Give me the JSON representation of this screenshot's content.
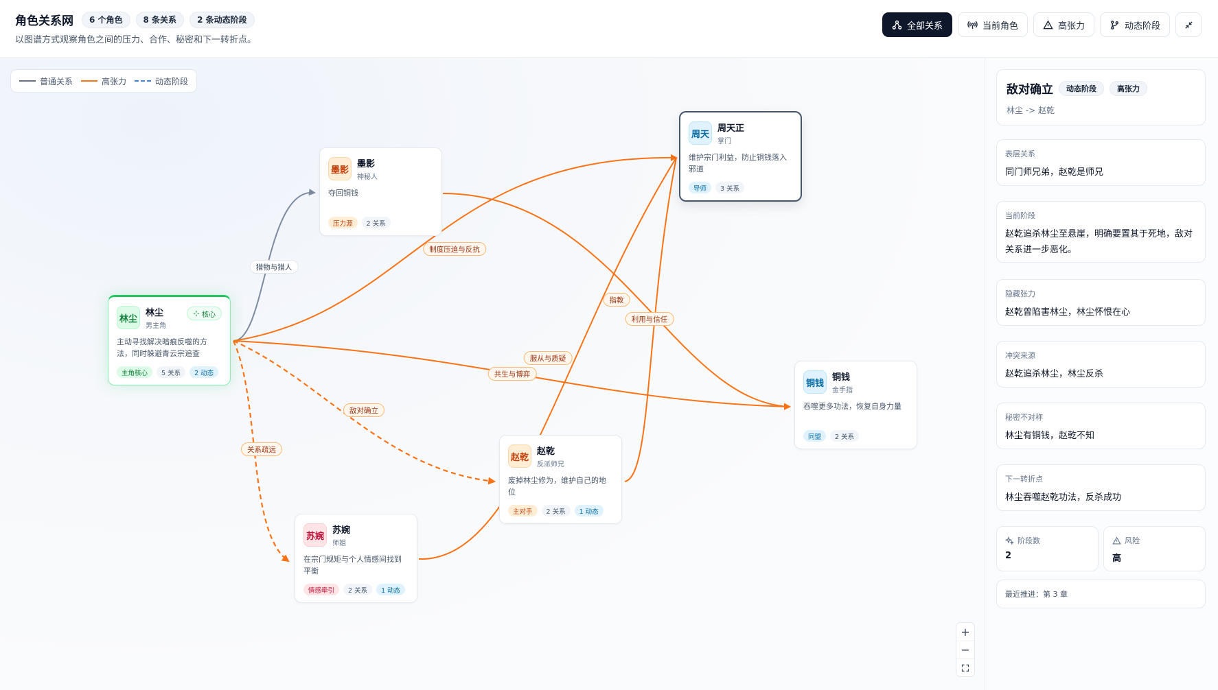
{
  "header": {
    "title": "角色关系网",
    "pills": [
      "6 个角色",
      "8 条关系",
      "2 条动态阶段"
    ],
    "subtitle": "以图谱方式观察角色之间的压力、合作、秘密和下一转折点。",
    "buttons": {
      "all": "全部关系",
      "current": "当前角色",
      "tension": "高张力",
      "dynamic": "动态阶段"
    }
  },
  "legend": {
    "normal": "普通关系",
    "tension": "高张力",
    "dynamic": "动态阶段"
  },
  "colors": {
    "tension": "#f97316",
    "normal": "#7c8aa0",
    "dynamic": "#3b82f6",
    "dark": "#0f172a",
    "core": "#22c55e"
  },
  "nodes": {
    "linchen": {
      "avatar": "林尘",
      "name": "林尘",
      "role": "男主角",
      "badge": "核心",
      "desc": "主动寻找解决暗痕反噬的方法，同时躲避青云宗追查",
      "tags": [
        "主角核心",
        "5 关系",
        "2 动态"
      ]
    },
    "moying": {
      "avatar": "墨影",
      "name": "墨影",
      "role": "神秘人",
      "desc": "夺回铜钱",
      "tags": [
        "压力源",
        "2 关系"
      ]
    },
    "zhoutianzheng": {
      "avatar": "周天",
      "name": "周天正",
      "role": "掌门",
      "desc": "维护宗门利益，防止铜钱落入邪道",
      "tags": [
        "导师",
        "3 关系"
      ]
    },
    "tongqian": {
      "avatar": "铜钱",
      "name": "铜钱",
      "role": "金手指",
      "desc": "吞噬更多功法，恢复自身力量",
      "tags": [
        "同盟",
        "2 关系"
      ]
    },
    "zhaoqian": {
      "avatar": "赵乾",
      "name": "赵乾",
      "role": "反派师兄",
      "desc": "废掉林尘修为，维护自己的地位",
      "tags": [
        "主对手",
        "2 关系",
        "1 动态"
      ]
    },
    "suwan": {
      "avatar": "苏婉",
      "name": "苏婉",
      "role": "师姐",
      "desc": "在宗门规矩与个人情感间找到平衡",
      "tags": [
        "情感牵引",
        "2 关系",
        "1 动态"
      ]
    }
  },
  "edge_labels": {
    "hunter": "猎物与猎人",
    "system": "制度压迫与反抗",
    "guide": "指教",
    "distrust": "利用与信任",
    "obey": "服从与质疑",
    "symbiosis": "共生与博弈",
    "hostile": "敌对确立",
    "alienation": "关系疏远"
  },
  "panel": {
    "title": "敌对确立",
    "badges": [
      "动态阶段",
      "高张力"
    ],
    "subtitle": "林尘 -> 赵乾",
    "cards": [
      {
        "label": "表层关系",
        "value": "同门师兄弟，赵乾是师兄"
      },
      {
        "label": "当前阶段",
        "value": "赵乾追杀林尘至悬崖，明确要置其于死地，敌对关系进一步恶化。"
      },
      {
        "label": "隐藏张力",
        "value": "赵乾曾陷害林尘，林尘怀恨在心"
      },
      {
        "label": "冲突来源",
        "value": "赵乾追杀林尘，林尘反杀"
      },
      {
        "label": "秘密不对称",
        "value": "林尘有铜钱，赵乾不知"
      },
      {
        "label": "下一转折点",
        "value": "林尘吞噬赵乾功法，反杀成功"
      }
    ],
    "stats": {
      "stages_label": "阶段数",
      "stages_value": "2",
      "risk_label": "风险",
      "risk_value": "高"
    },
    "footer": "最近推进：第 3 章"
  }
}
